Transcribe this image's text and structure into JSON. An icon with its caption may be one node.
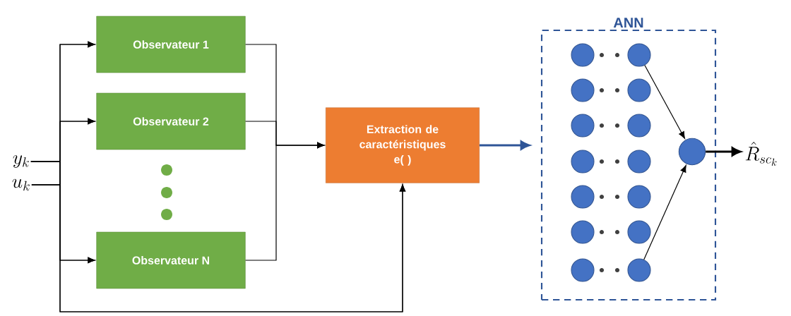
{
  "diagram": {
    "nodes": [
      {
        "text": [
          "y_k"
        ]
      },
      {
        "text": [
          "u_k"
        ]
      },
      {
        "text": [
          "Observateur 1"
        ]
      },
      {
        "text": [
          "Observateur 2"
        ]
      },
      {
        "text": [
          "Observateur N"
        ]
      },
      {
        "text": [
          "Extraction de caractéristiques e( )"
        ]
      },
      {
        "text": [
          "ANN"
        ]
      },
      {
        "text": [],
        "shape": "circle",
        "in": 6
      },
      {
        "text": [],
        "shape": "circle",
        "in": 6
      },
      {
        "text": [],
        "shape": "circle",
        "in": 6
      },
      {
        "text": [],
        "shape": "circle",
        "in": 6
      },
      {
        "text": [],
        "shape": "circle",
        "in": 6
      },
      {
        "text": [],
        "shape": "circle",
        "in": 6
      },
      {
        "text": [],
        "shape": "circle",
        "in": 6
      },
      {
        "text": [],
        "shape": "circle",
        "in": 6
      },
      {
        "text": [],
        "shape": "circle",
        "in": 6
      },
      {
        "text": [],
        "shape": "circle",
        "in": 6
      },
      {
        "text": [],
        "shape": "circle",
        "in": 6
      },
      {
        "text": [],
        "shape": "circle",
        "in": 6
      },
      {
        "text": [],
        "shape": "circle",
        "in": 6
      },
      {
        "text": [],
        "shape": "circle",
        "in": 6
      },
      {
        "text": [],
        "shape": "circle",
        "in": 6
      },
      {
        "text": [
          "\\hat{R}_{sc_k}"
        ]
      }
    ],
    "edges": [
      {
        "from": 0,
        "to": 2,
        "arrow": "to"
      },
      {
        "from": 0,
        "to": 3,
        "arrow": "to"
      },
      {
        "from": 0,
        "to": 4,
        "arrow": "to"
      },
      {
        "from": 0,
        "to": 5,
        "arrow": "to"
      },
      {
        "from": 1,
        "to": 2,
        "arrow": "to"
      },
      {
        "from": 1,
        "to": 3,
        "arrow": "to"
      },
      {
        "from": 1,
        "to": 4,
        "arrow": "to"
      },
      {
        "from": 1,
        "to": 5,
        "arrow": "to"
      },
      {
        "from": 2,
        "to": 5,
        "arrow": "to"
      },
      {
        "from": 3,
        "to": 5,
        "arrow": "to"
      },
      {
        "from": 4,
        "to": 5,
        "arrow": "to"
      },
      {
        "from": 5,
        "to": 6,
        "arrow": "to",
        "style": "thick",
        "color": "#2f5597"
      },
      {
        "from": 8,
        "to": 21,
        "arrow": "to"
      },
      {
        "from": 20,
        "to": 21,
        "arrow": "to"
      },
      {
        "from": 21,
        "to": 22,
        "arrow": "to",
        "style": "thick"
      }
    ]
  }
}
